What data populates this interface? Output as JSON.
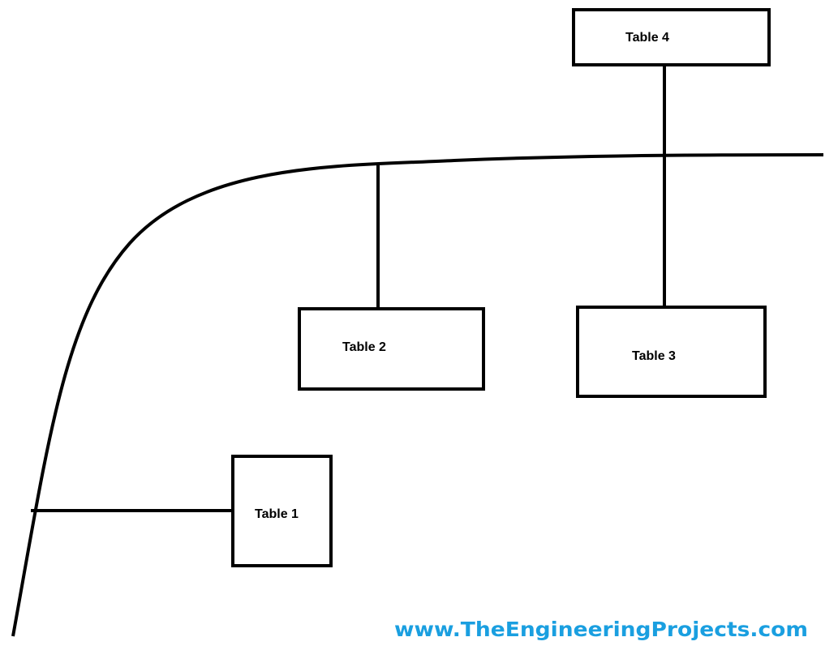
{
  "diagram": {
    "tables": [
      {
        "label": "Table 1"
      },
      {
        "label": "Table 2"
      },
      {
        "label": "Table 3"
      },
      {
        "label": "Table 4"
      }
    ]
  },
  "watermark": {
    "text": "www.TheEngineeringProjects.com",
    "color": "#1a9fe0"
  }
}
